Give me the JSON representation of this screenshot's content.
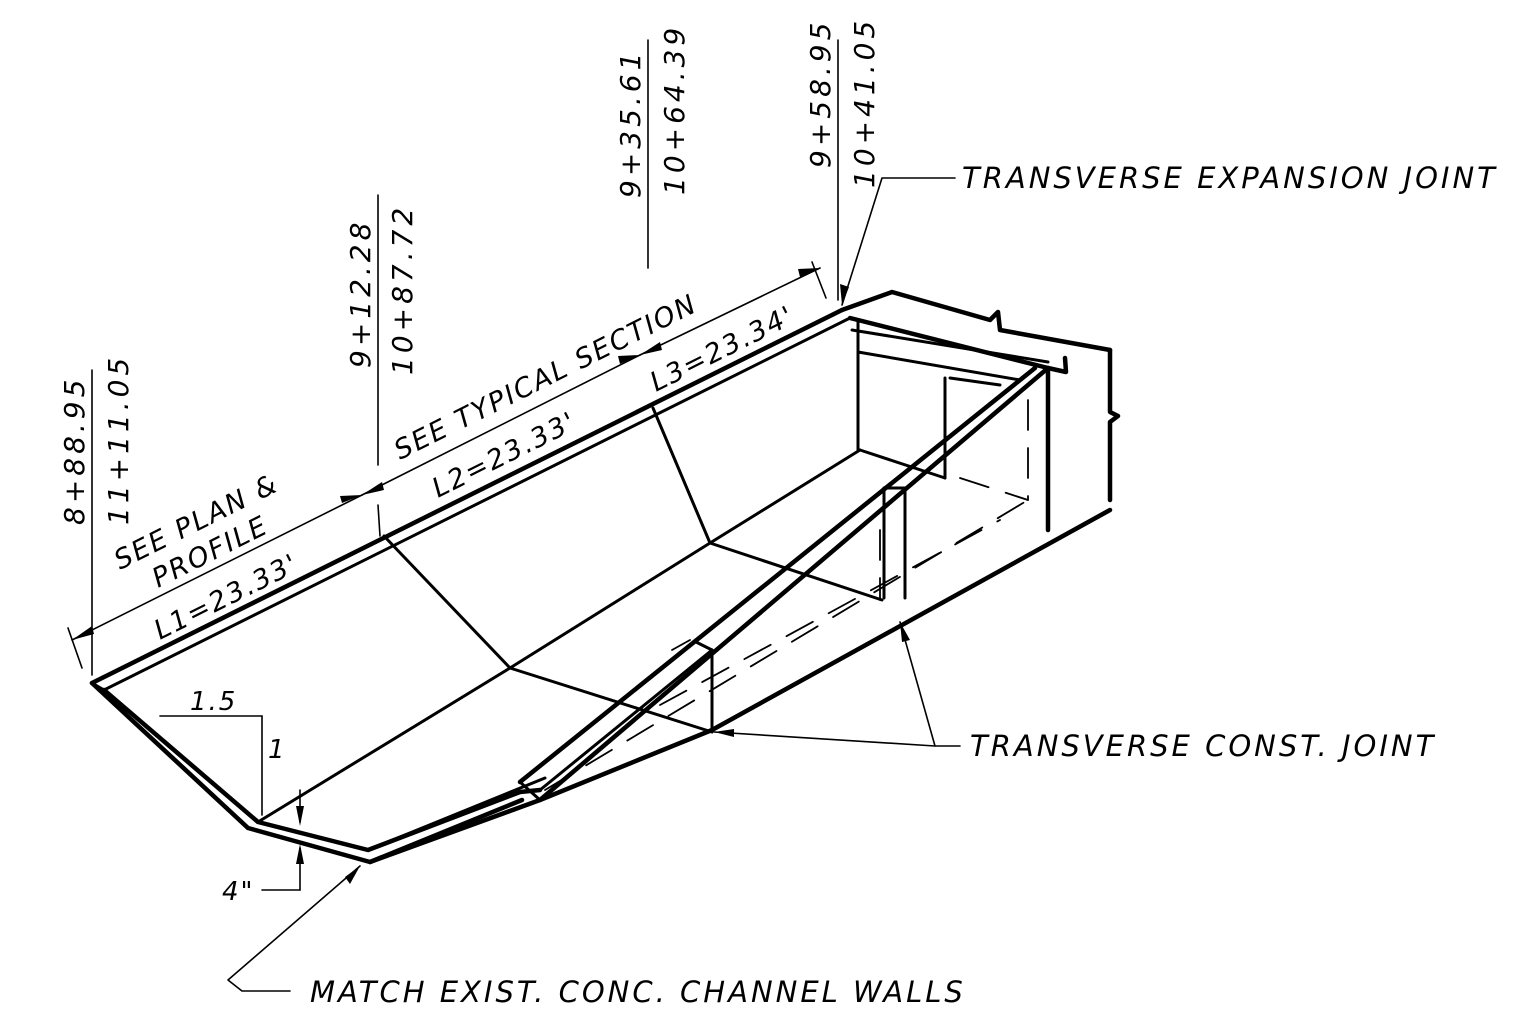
{
  "stations": [
    {
      "top": "8+88.95",
      "bottom": "11+11.05"
    },
    {
      "top": "9+12.28",
      "bottom": "10+87.72"
    },
    {
      "top": "9+35.61",
      "bottom": "10+64.39"
    },
    {
      "top": "9+58.95",
      "bottom": "10+41.05"
    }
  ],
  "segments": {
    "l1": "L1=23.33'",
    "l2": "L2=23.33'",
    "l3": "L3=23.34'"
  },
  "notes": {
    "see_plan": "SEE PLAN &",
    "profile": "PROFILE",
    "see_typical": "SEE TYPICAL SECTION",
    "expansion_joint": "TRANSVERSE EXPANSION JOINT",
    "const_joint": "TRANSVERSE CONST. JOINT",
    "match_walls": "MATCH EXIST. CONC. CHANNEL WALLS",
    "thickness": "4\""
  },
  "slope": {
    "run": "1.5",
    "rise": "1"
  }
}
